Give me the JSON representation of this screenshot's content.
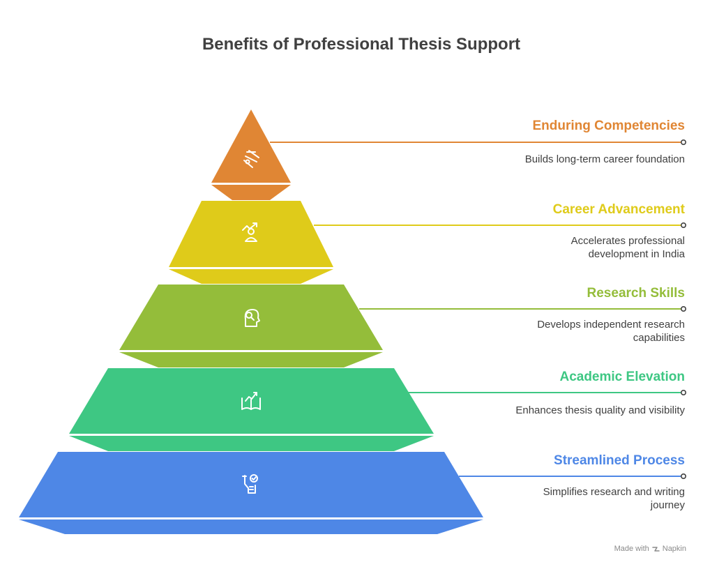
{
  "title": "Benefits of Professional Thesis Support",
  "levels": [
    {
      "id": "enduring",
      "title": "Enduring Competencies",
      "description": "Builds long-term career foundation",
      "color": "#E08634",
      "icon": "medal-ribbon-icon"
    },
    {
      "id": "career",
      "title": "Career Advancement",
      "description": "Accelerates professional development in India",
      "color": "#DFCB1A",
      "icon": "person-growth-arrow-icon"
    },
    {
      "id": "research",
      "title": "Research Skills",
      "description": "Develops independent research capabilities",
      "color": "#94BD3A",
      "icon": "head-magnifier-icon"
    },
    {
      "id": "academic",
      "title": "Academic Elevation",
      "description": "Enhances thesis quality and visibility",
      "color": "#3EC783",
      "icon": "book-growth-chart-icon"
    },
    {
      "id": "streamlined",
      "title": "Streamlined Process",
      "description": "Simplifies research and writing journey",
      "color": "#4E87E6",
      "icon": "hand-checklist-icon"
    }
  ],
  "footer": {
    "made_with": "Made with",
    "brand": "Napkin"
  }
}
